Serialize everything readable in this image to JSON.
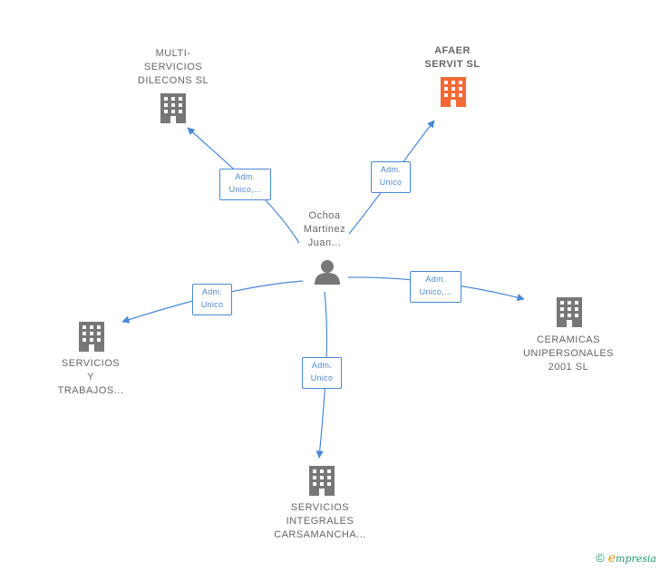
{
  "colors": {
    "edge": "#4a88d6",
    "building_default": "#777777",
    "building_highlight": "#f26a35",
    "person": "#777777",
    "text": "#666666"
  },
  "person": {
    "lines": [
      "Ochoa",
      "Martinez",
      "Juan..."
    ],
    "icon": "person-icon"
  },
  "nodes": [
    {
      "id": "multi",
      "lines": [
        "MULTI-",
        "SERVICIOS",
        "DILECONS  SL"
      ],
      "highlight": false,
      "icon": "building-icon"
    },
    {
      "id": "afaer",
      "lines": [
        "AFAER",
        "SERVIT  SL"
      ],
      "highlight": true,
      "icon": "building-icon"
    },
    {
      "id": "servicios_trabajos",
      "lines": [
        "SERVICIOS",
        "Y",
        "TRABAJOS..."
      ],
      "highlight": false,
      "icon": "building-icon"
    },
    {
      "id": "ceramicas",
      "lines": [
        "CERAMICAS",
        "UNIPERSONALES",
        "2001 SL"
      ],
      "highlight": false,
      "icon": "building-icon"
    },
    {
      "id": "carsamancha",
      "lines": [
        "SERVICIOS",
        "INTEGRALES",
        "CARSAMANCHA..."
      ],
      "highlight": false,
      "icon": "building-icon"
    }
  ],
  "edges": [
    {
      "to": "multi",
      "lines": [
        "Adm.",
        "Unico,..."
      ]
    },
    {
      "to": "afaer",
      "lines": [
        "Adm.",
        "Unico"
      ]
    },
    {
      "to": "servicios_trabajos",
      "lines": [
        "Adm.",
        "Unico"
      ]
    },
    {
      "to": "ceramicas",
      "lines": [
        "Adm.",
        "Unico,..."
      ]
    },
    {
      "to": "carsamancha",
      "lines": [
        "Adm.",
        "Unico"
      ]
    }
  ],
  "footer": {
    "copyright": "©",
    "brand_first": "e",
    "brand_rest": "mpresia"
  }
}
